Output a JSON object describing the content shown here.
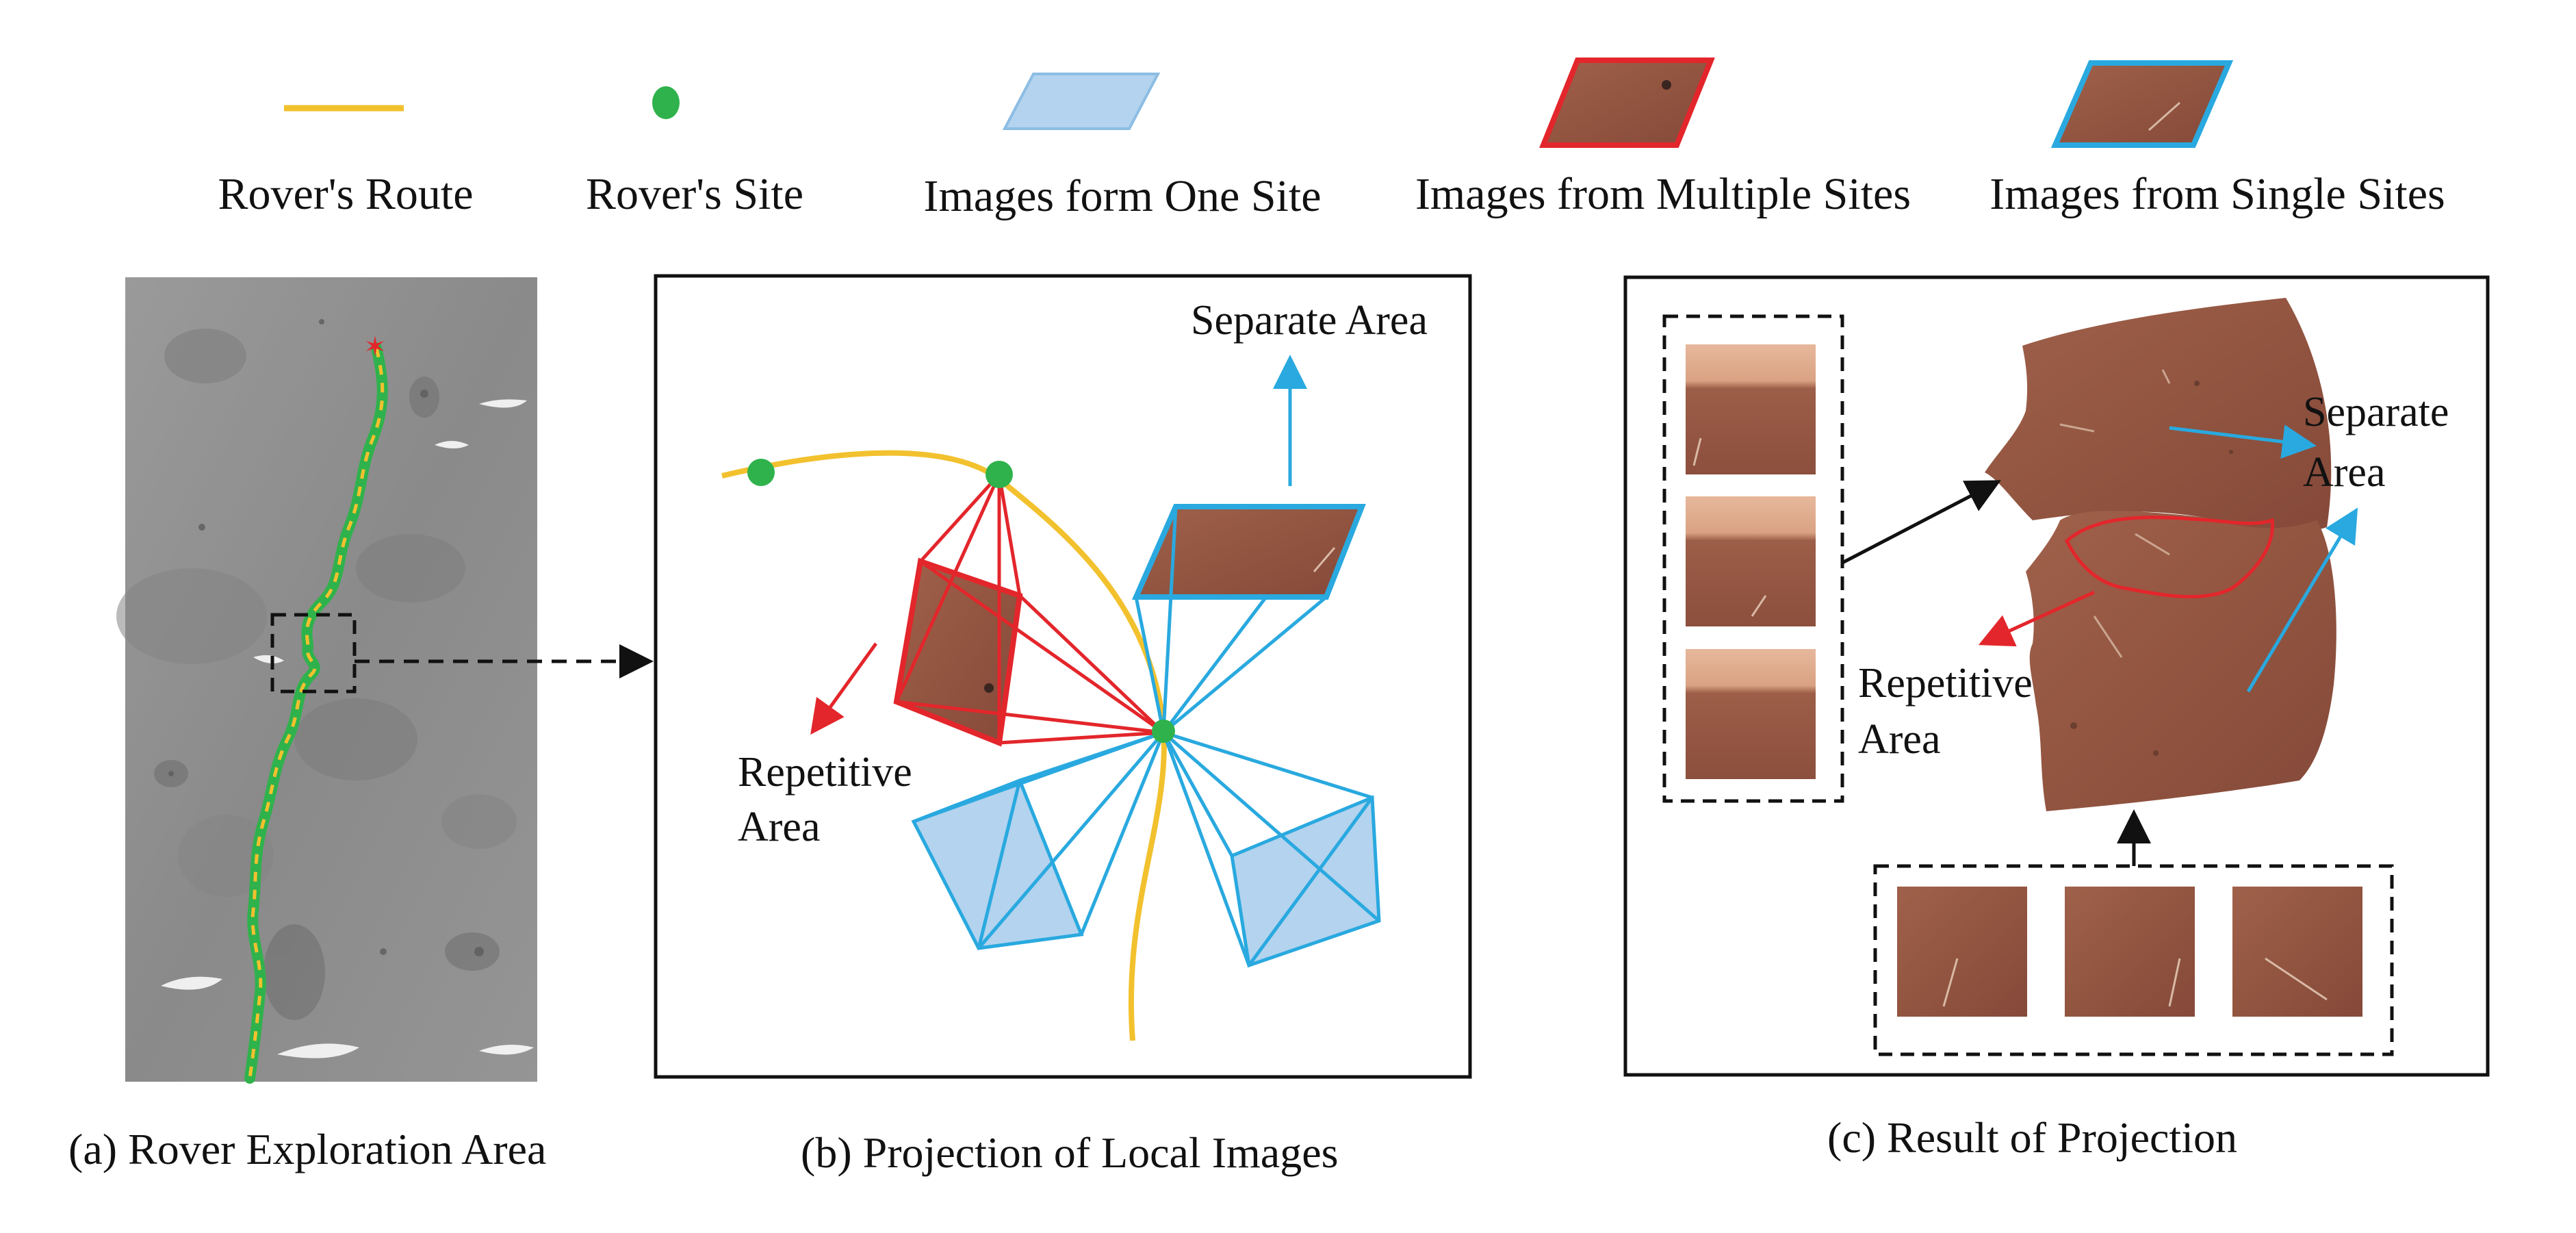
{
  "legend": {
    "route": "Rover's Route",
    "site": "Rover's Site",
    "one_site": "Images form One Site",
    "multiple_sites": "Images from Multiple Sites",
    "single_sites": "Images from Single Sites"
  },
  "panels": {
    "a": {
      "caption": "(a) Rover Exploration Area"
    },
    "b": {
      "caption": "(b) Projection of Local Images",
      "separate_area": "Separate Area",
      "repetitive_line1": "Repetitive",
      "repetitive_line2": "Area"
    },
    "c": {
      "caption": "(c) Result of Projection",
      "separate_line1": "Separate",
      "separate_line2": "Area",
      "repetitive_line1": "Repetitive",
      "repetitive_line2": "Area"
    }
  },
  "colors": {
    "route": "#f2c12e",
    "site": "#2fb24c",
    "one_site_fill": "#b3d3ee",
    "blue_stroke": "#29a9df",
    "red_stroke": "#e3262b",
    "terrain": "#9a5a45",
    "moon_grey": "#8e8e8e"
  }
}
